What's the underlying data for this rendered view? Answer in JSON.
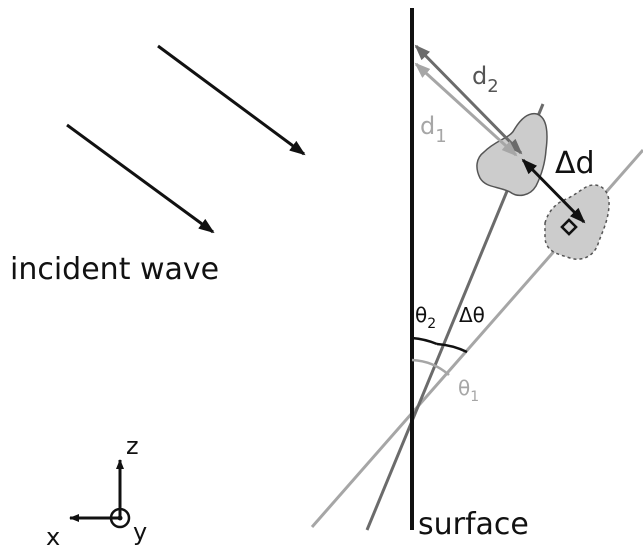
{
  "labels": {
    "incident_wave": "incident wave",
    "surface": "surface",
    "d2_main": "d",
    "d2_sub": "2",
    "d1_main": "d",
    "d1_sub": "1",
    "delta_d": "Δd",
    "theta2_main": "θ",
    "theta2_sub": "2",
    "delta_theta": "Δθ",
    "theta1_main": "θ",
    "theta1_sub": "1",
    "axis_z": "z",
    "axis_x": "x",
    "axis_y": "y"
  },
  "colors": {
    "black": "#111111",
    "dark_gray": "#6b6b6b",
    "light_gray": "#a6a6a6",
    "blob_fill": "#cccccc",
    "blob_stroke": "#555555"
  }
}
